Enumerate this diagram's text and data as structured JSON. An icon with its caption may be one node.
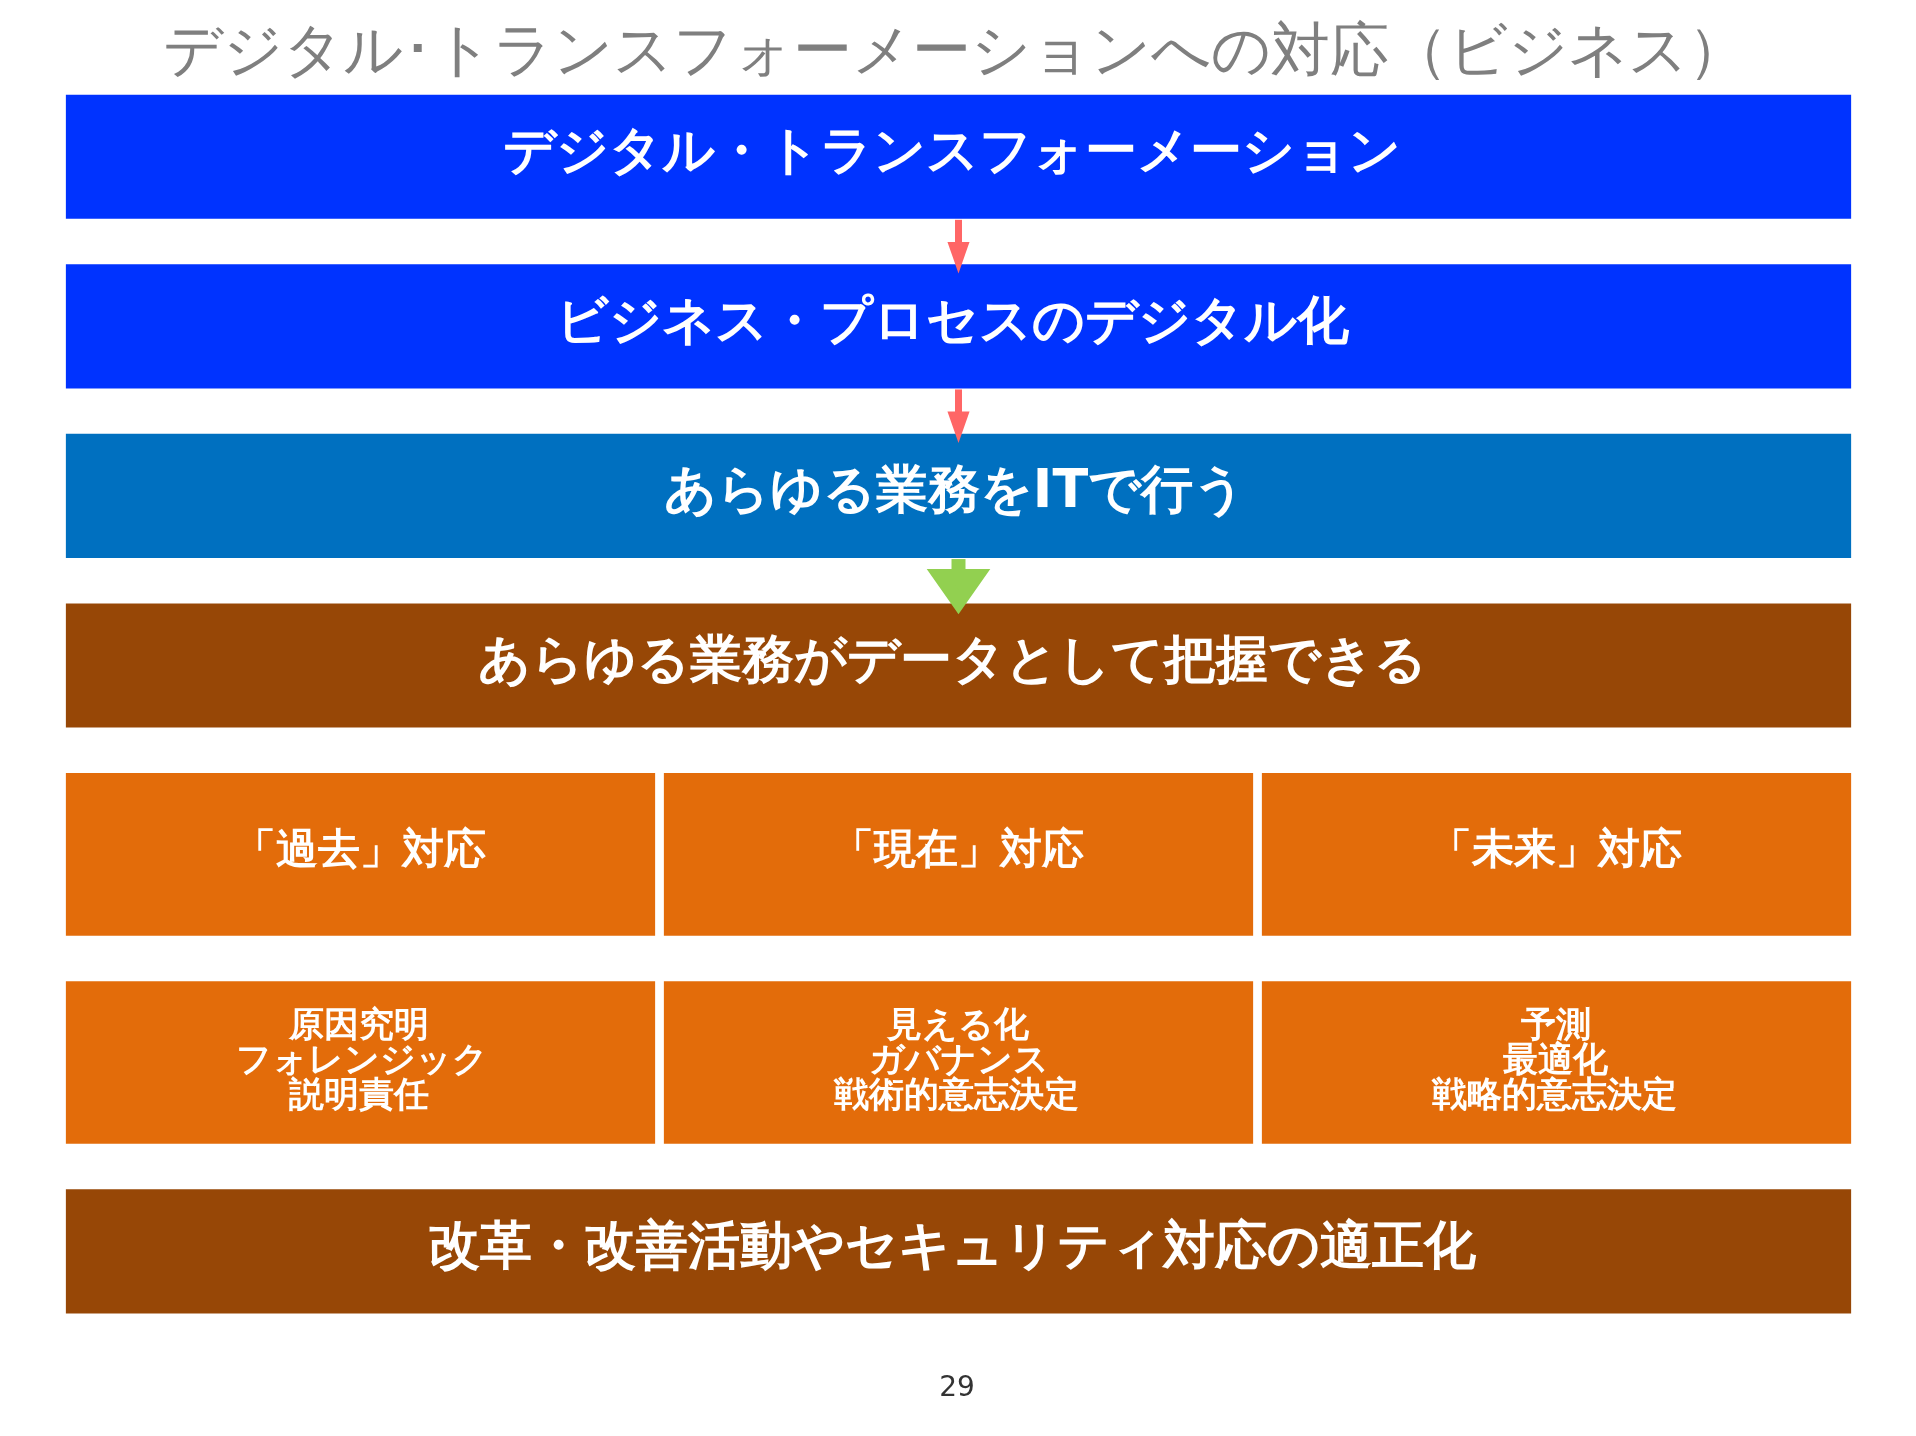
{
  "diagram": {
    "title": "デジタル･トランスフォーメーションへの対応（ビジネス）",
    "nodes": [
      {
        "text": [
          "デジタル・トランスフォーメーション"
        ]
      },
      {
        "text": [
          "ビジネス・プロセスのデジタル化"
        ]
      },
      {
        "text": [
          "あらゆる業務をITで行う"
        ]
      },
      {
        "text": [
          "あらゆる業務がデータとして把握できる"
        ]
      },
      {
        "text": [
          "「過去」対応"
        ]
      },
      {
        "text": [
          "「現在」対応"
        ]
      },
      {
        "text": [
          "「未来」対応"
        ]
      },
      {
        "text": [
          "原因究明",
          "フォレンジック",
          "説明責任"
        ]
      },
      {
        "text": [
          "見える化",
          "ガバナンス",
          "戦術的意志決定"
        ]
      },
      {
        "text": [
          "予測",
          "最適化",
          "戦略的意志決定"
        ]
      },
      {
        "text": [
          "改革・改善活動やセキュリティ対応の適正化"
        ]
      }
    ],
    "edges": [
      {
        "from": 0,
        "to": 1,
        "arrow": "to"
      },
      {
        "from": 1,
        "to": 2,
        "arrow": "to"
      },
      {
        "from": 2,
        "to": 3,
        "arrow": "to",
        "style": "thick",
        "color": "#92d050"
      }
    ],
    "labels": [
      "29"
    ]
  }
}
